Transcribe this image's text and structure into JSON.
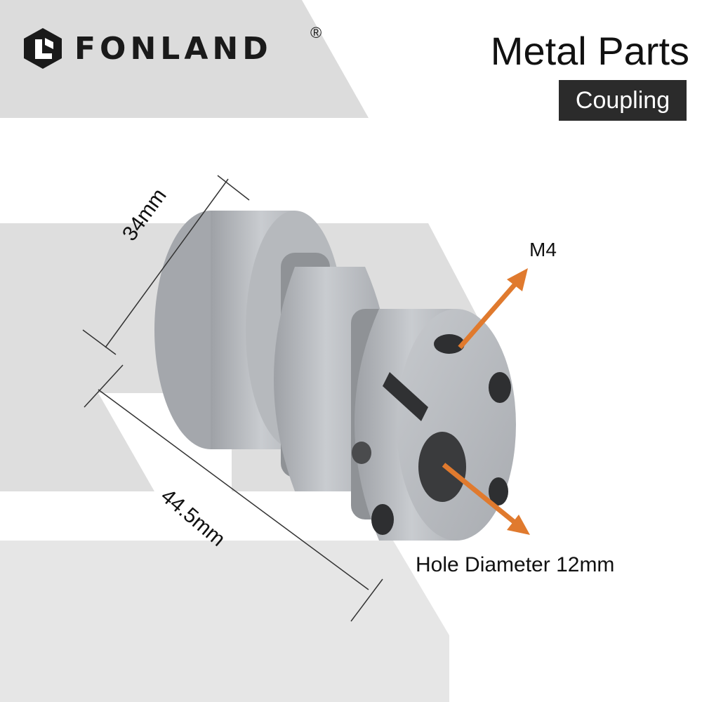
{
  "brand": {
    "name": "FONLAND",
    "registered_mark": "®",
    "logo_icon": "fonland-logo-icon"
  },
  "header": {
    "title": "Metal Parts",
    "category_badge": "Coupling"
  },
  "product": {
    "image": "disc-coupling-product-image",
    "dimensions": {
      "diameter": "34mm",
      "length": "44.5mm"
    },
    "callouts": {
      "screw": "M4",
      "hole": "Hole Diameter 12mm"
    }
  },
  "colors": {
    "arrow": "#e07a2e",
    "band": "#dcdcdc",
    "metal": "#b9bcc0",
    "badge": "#2b2b2b"
  }
}
